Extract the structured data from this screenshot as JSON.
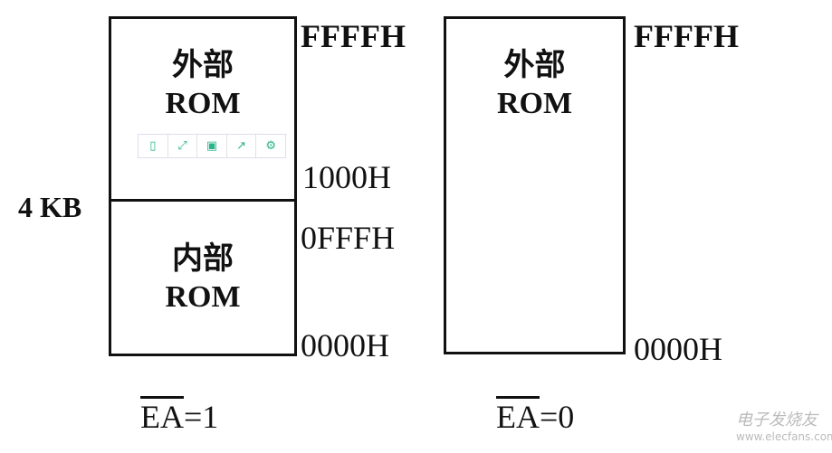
{
  "left": {
    "upper_label": "外部",
    "upper_label2": "ROM",
    "lower_label": "内部",
    "lower_label2": "ROM",
    "size_label": "4 KB",
    "addr_top": "FFFFH",
    "addr_1000": "1000H",
    "addr_0fff": "0FFFH",
    "addr_bottom": "0000H",
    "caption_signal": "EA",
    "caption_value": "=1"
  },
  "right": {
    "label": "外部",
    "label2": "ROM",
    "addr_top": "FFFFH",
    "addr_bottom": "0000H",
    "caption_signal": "EA",
    "caption_value": "=0"
  },
  "toolbar": {
    "icons": [
      "tablet-icon",
      "expand-icon",
      "save-icon",
      "share-icon",
      "gear-icon"
    ]
  },
  "watermark": {
    "name": "电子发烧友",
    "url": "www.elecfans.com"
  }
}
